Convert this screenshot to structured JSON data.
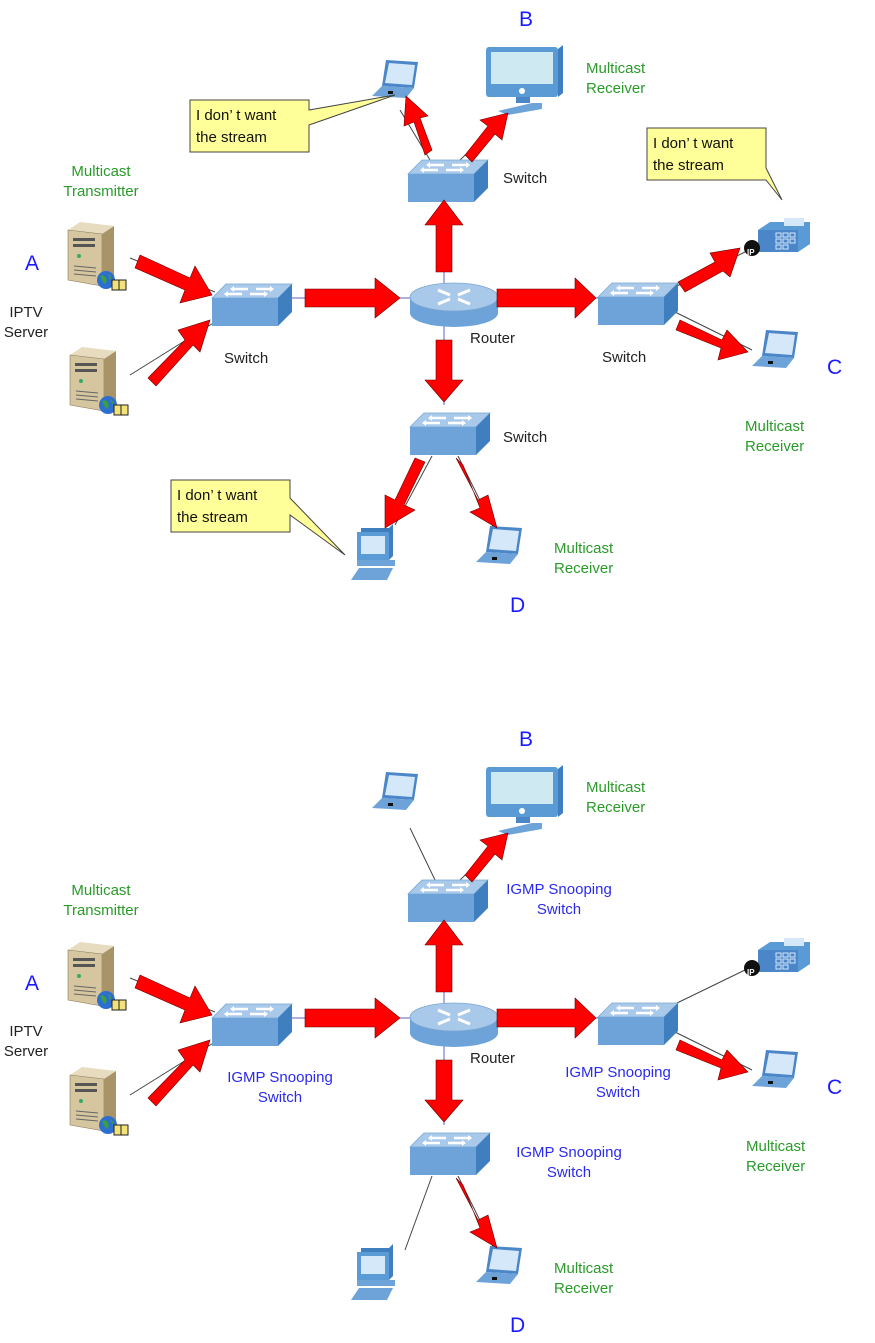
{
  "colors": {
    "arrow": "#ff0000",
    "device": "#5b9bd5",
    "bubble": "#ffff99",
    "receiver_label": "#2a9a2a",
    "node_letter": "#1a1aff",
    "igmp_label": "#2a2aee"
  },
  "top": {
    "letter_a": "A",
    "letter_b": "B",
    "letter_c": "C",
    "letter_d": "D",
    "transmitter_l1": "Multicast",
    "transmitter_l2": "Transmitter",
    "iptv_l1": "IPTV",
    "iptv_l2": "Server",
    "switch_left": "Switch",
    "switch_top": "Switch",
    "switch_right": "Switch",
    "switch_bottom": "Switch",
    "router": "Router",
    "recv_b_l1": "Multicast",
    "recv_b_l2": "Receiver",
    "recv_c_l1": "Multicast",
    "recv_c_l2": "Receiver",
    "recv_d_l1": "Multicast",
    "recv_d_l2": "Receiver",
    "bubble_b_l1": "I don’ t want",
    "bubble_b_l2": "the stream",
    "bubble_c_l1": "I don’ t want",
    "bubble_c_l2": "the stream",
    "bubble_d_l1": "I don’ t want",
    "bubble_d_l2": "the stream"
  },
  "bottom": {
    "letter_a": "A",
    "letter_b": "B",
    "letter_c": "C",
    "letter_d": "D",
    "transmitter_l1": "Multicast",
    "transmitter_l2": "Transmitter",
    "iptv_l1": "IPTV",
    "iptv_l2": "Server",
    "switch_left_l1": "IGMP Snooping",
    "switch_left_l2": "Switch",
    "switch_top_l1": "IGMP Snooping",
    "switch_top_l2": "Switch",
    "switch_right_l1": "IGMP Snooping",
    "switch_right_l2": "Switch",
    "switch_bottom_l1": "IGMP Snooping",
    "switch_bottom_l2": "Switch",
    "router": "Router",
    "recv_b_l1": "Multicast",
    "recv_b_l2": "Receiver",
    "recv_c_l1": "Multicast",
    "recv_c_l2": "Receiver",
    "recv_d_l1": "Multicast",
    "recv_d_l2": "Receiver"
  },
  "icons": {
    "ip_badge": "IP"
  }
}
